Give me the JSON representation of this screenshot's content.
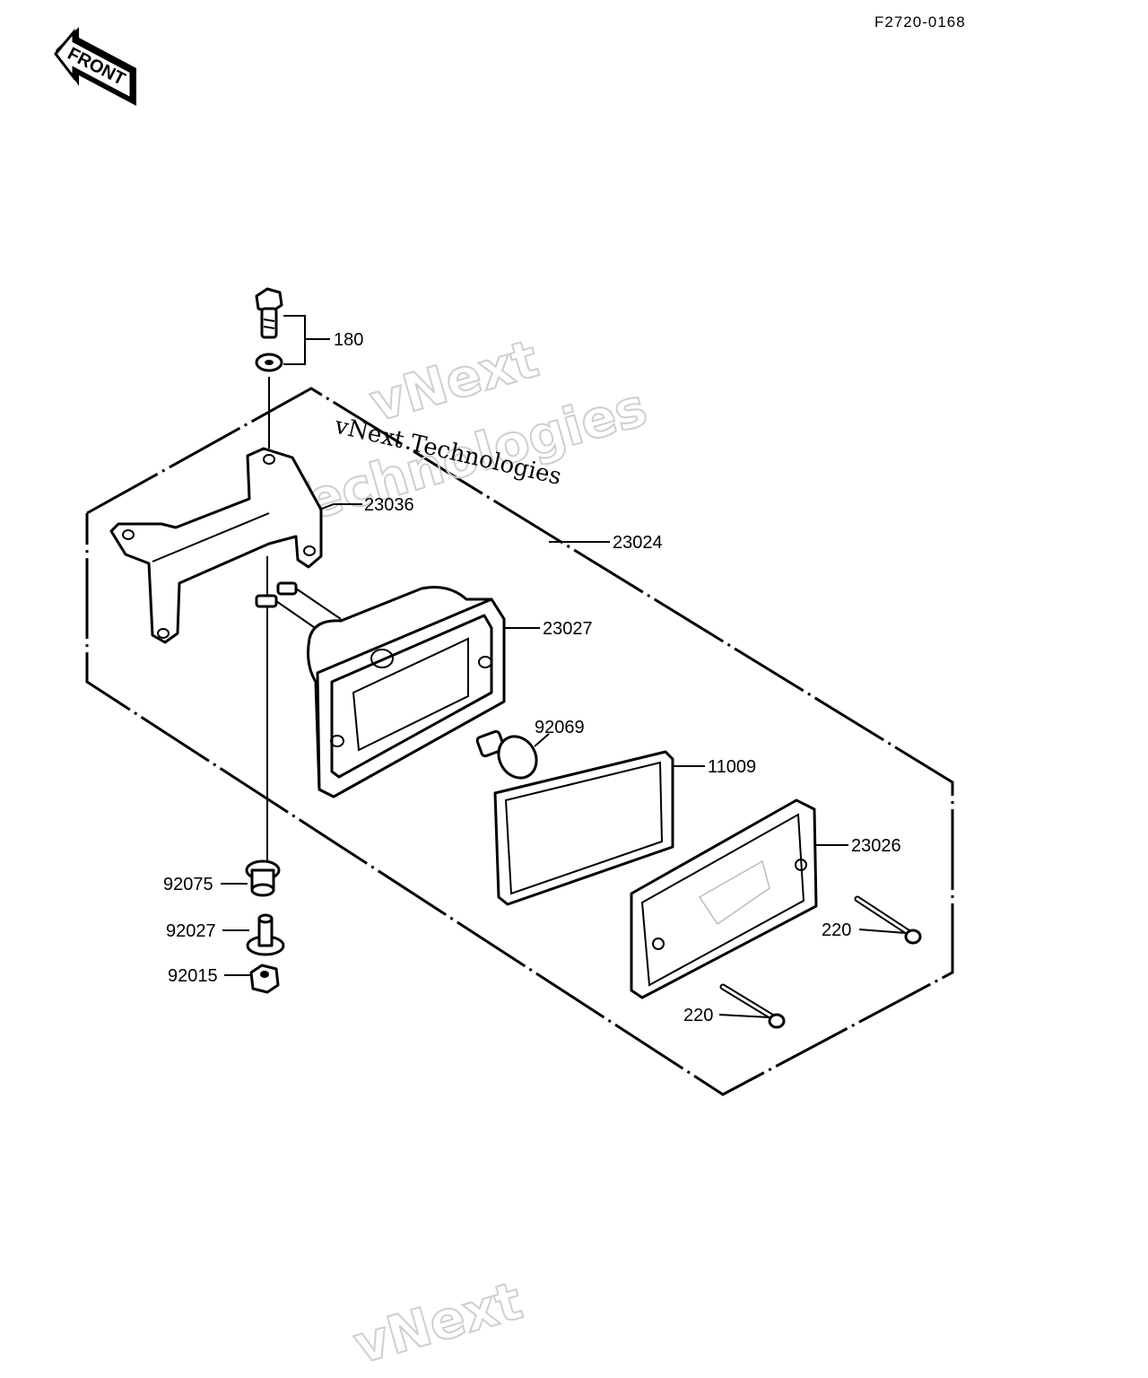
{
  "document": {
    "code": "F2720-0168",
    "front_badge": "FRONT"
  },
  "watermarks": {
    "line1": "vNext",
    "line2": "Technologies",
    "caption": "vNext Technologies",
    "bottom": "vNext"
  },
  "callouts": [
    {
      "id": "180",
      "label": "180"
    },
    {
      "id": "23036",
      "label": "23036"
    },
    {
      "id": "23024",
      "label": "23024"
    },
    {
      "id": "23027",
      "label": "23027"
    },
    {
      "id": "92069",
      "label": "92069"
    },
    {
      "id": "11009",
      "label": "11009"
    },
    {
      "id": "23026",
      "label": "23026"
    },
    {
      "id": "92075",
      "label": "92075"
    },
    {
      "id": "92027",
      "label": "92027"
    },
    {
      "id": "92015",
      "label": "92015"
    },
    {
      "id": "220a",
      "label": "220"
    },
    {
      "id": "220b",
      "label": "220"
    }
  ]
}
